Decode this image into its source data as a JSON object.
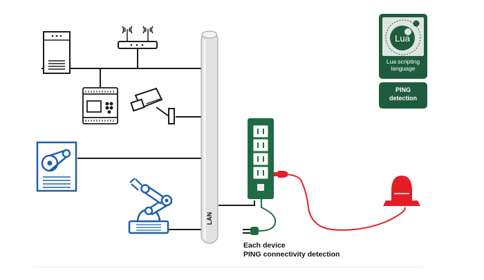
{
  "diagram": {
    "lan_label": "LAN",
    "caption_line1": "Each device",
    "caption_line2": "PING connectivity detection",
    "lua_badge": {
      "logo_text": "Lua",
      "label_line1": "Lua scripting",
      "label_line2": "language"
    },
    "ping_badge": {
      "line1": "PING",
      "line2": "detection"
    },
    "devices": [
      {
        "name": "server",
        "icon": "server-icon"
      },
      {
        "name": "wifi router",
        "icon": "router-icon"
      },
      {
        "name": "plc controller",
        "icon": "plc-icon"
      },
      {
        "name": "cctv camera",
        "icon": "camera-icon"
      },
      {
        "name": "machine panel",
        "icon": "machine-icon"
      },
      {
        "name": "robot arm",
        "icon": "robot-arm-icon"
      },
      {
        "name": "power strip",
        "icon": "power-strip-icon"
      },
      {
        "name": "plug",
        "icon": "plug-icon"
      },
      {
        "name": "warning beacon",
        "icon": "beacon-icon"
      }
    ],
    "colors": {
      "lan_pipe": "#e2e2e2",
      "device_line": "#1a1a1a",
      "power_strip": "#1f6b45",
      "badge": "#1f5c3f",
      "beacon": "#e31e24",
      "machine_blue": "#1f5fa8"
    }
  }
}
